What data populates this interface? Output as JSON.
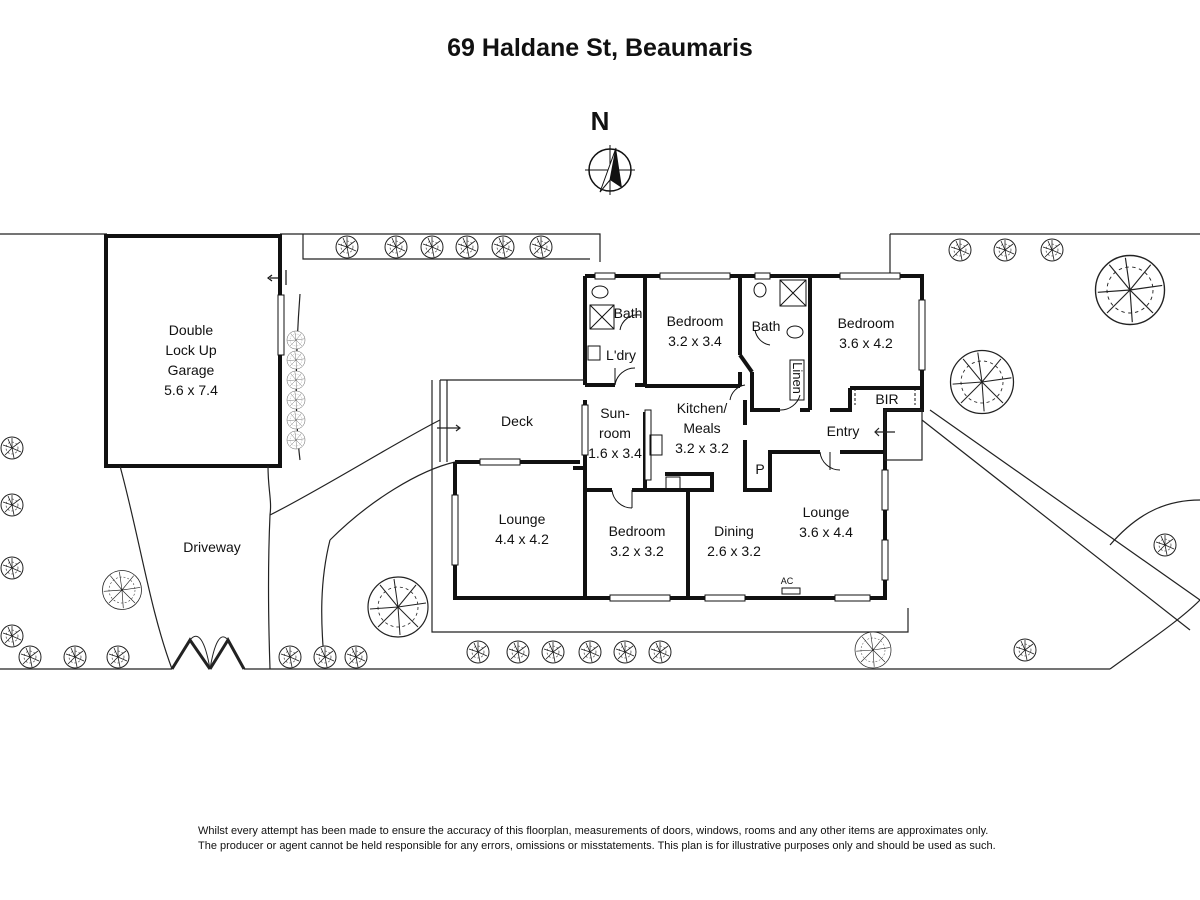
{
  "title": "69 Haldane St, Beaumaris",
  "north_label": "N",
  "rooms": {
    "garage": {
      "l1": "Double",
      "l2": "Lock Up",
      "l3": "Garage",
      "dims": "5.6 x 7.4"
    },
    "driveway": "Driveway",
    "deck": "Deck",
    "laundry": "L'dry",
    "bath1": "Bath",
    "bedroom1": {
      "name": "Bedroom",
      "dims": "3.2 x 3.4"
    },
    "bath2": "Bath",
    "linen": "Linen",
    "bedroom2": {
      "name": "Bedroom",
      "dims": "3.6 x 4.2"
    },
    "bir": "BIR",
    "sunroom": {
      "l1": "Sun-",
      "l2": "room",
      "dims": "1.6 x 3.4"
    },
    "kitchen": {
      "l1": "Kitchen/",
      "l2": "Meals",
      "dims": "3.2 x 3.2"
    },
    "entry": "Entry",
    "pantry": "P",
    "lounge1": {
      "name": "Lounge",
      "dims": "4.4 x 4.2"
    },
    "bedroom3": {
      "name": "Bedroom",
      "dims": "3.2 x 3.2"
    },
    "dining": {
      "name": "Dining",
      "dims": "2.6 x 3.2"
    },
    "lounge2": {
      "name": "Lounge",
      "dims": "3.6 x 4.4"
    },
    "ac": "AC"
  },
  "disclaimer": {
    "line1": "Whilst every attempt has been made to ensure the accuracy of this floorplan, measurements of doors, windows, rooms and any other items are approximates only.",
    "line2": "The producer or agent cannot be held responsible for any errors, omissions or misstatements. This plan is for illustrative purposes only and should be used as such."
  }
}
